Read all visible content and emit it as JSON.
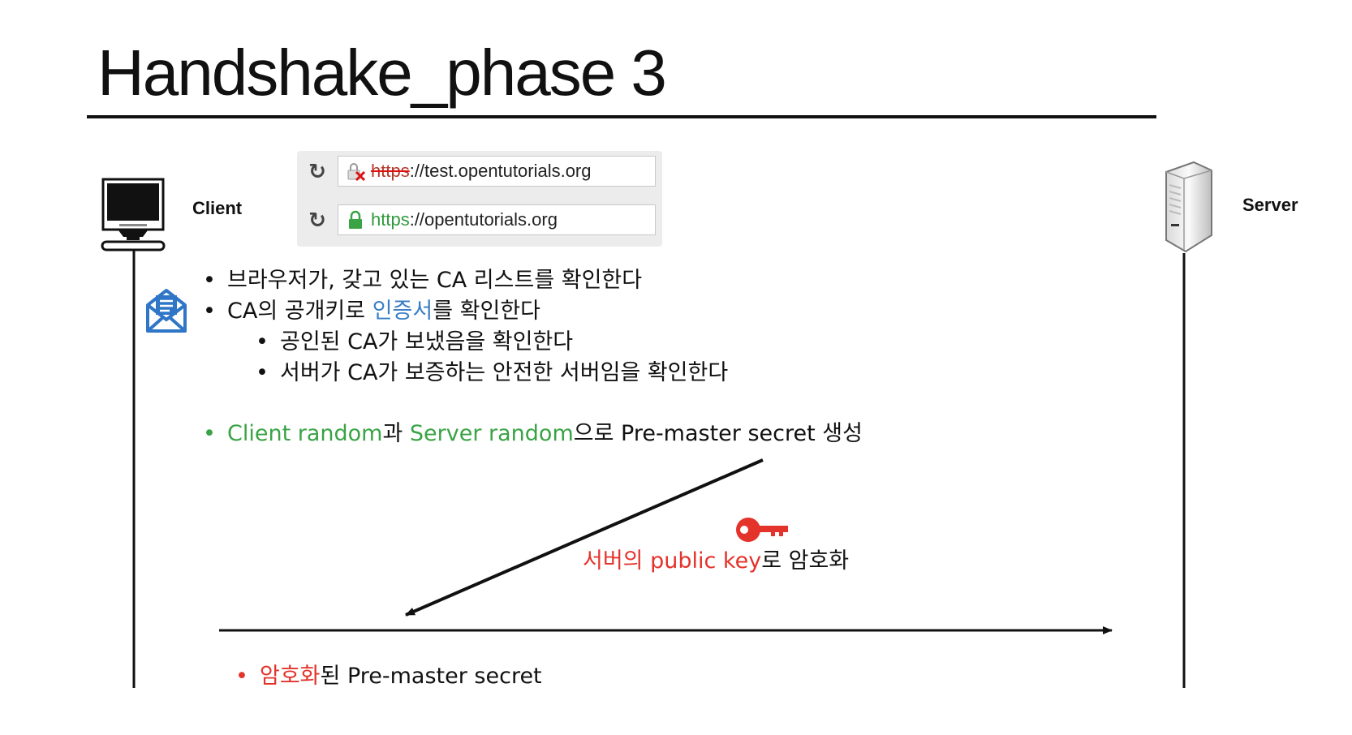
{
  "title": "Handshake_phase 3",
  "client_label": "Client",
  "server_label": "Server",
  "browser": {
    "row1": {
      "scheme": "https",
      "rest": "://test.opentutorials.org",
      "secure": false
    },
    "row2": {
      "scheme": "https",
      "rest": "://opentutorials.org",
      "secure": true
    }
  },
  "bullets": {
    "b1": "브라우저가, 갖고 있는 CA 리스트를 확인한다",
    "b2_pre": "CA의 공개키로 ",
    "b2_hl": "인증서",
    "b2_post": "를 확인한다",
    "b2a": "공인된 CA가 보냈음을 확인한다",
    "b2b": "서버가 CA가 보증하는 안전한 서버임을 확인한다",
    "b3_p1": "Client random",
    "b3_p2": "과 ",
    "b3_p3": "Server random",
    "b3_p4": "으로 Pre-master secret 생성"
  },
  "encrypt_note": {
    "red": "서버의 public key",
    "black": "로 암호화"
  },
  "message": {
    "red": "암호화",
    "black": "된 Pre-master secret"
  },
  "bullet_char": "•",
  "colors": {
    "blue": "#3a7dc7",
    "green": "#3aa345",
    "red": "#e3332b",
    "icon_blue": "#2f76c7"
  },
  "icons": [
    "monitor-icon",
    "server-icon",
    "envelope-icon",
    "key-icon",
    "reload-icon",
    "lock-icon"
  ]
}
